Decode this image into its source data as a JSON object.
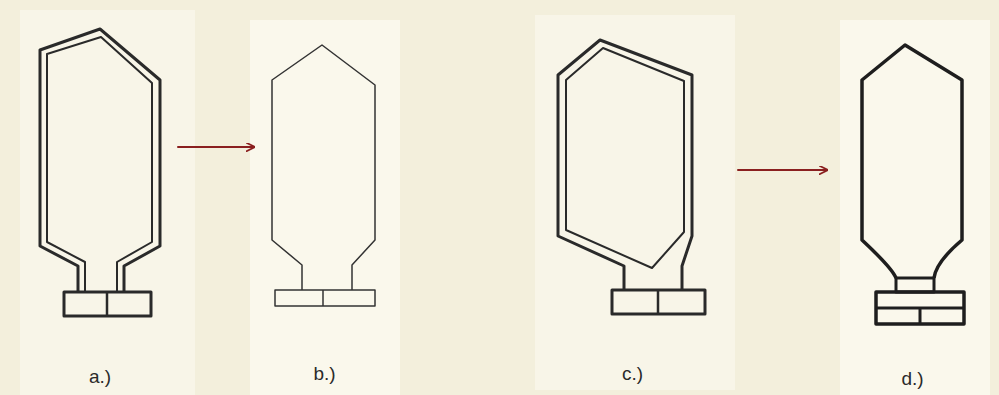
{
  "diagram": {
    "nodes": [
      {
        "text": [
          "a.)"
        ]
      },
      {
        "text": [
          "b.)"
        ]
      },
      {
        "text": [
          "c.)"
        ]
      },
      {
        "text": [
          "d.)"
        ]
      }
    ],
    "edges": [
      {
        "from": 0,
        "to": 1,
        "arrow": "to"
      },
      {
        "from": 2,
        "to": 3,
        "arrow": "to"
      }
    ]
  }
}
